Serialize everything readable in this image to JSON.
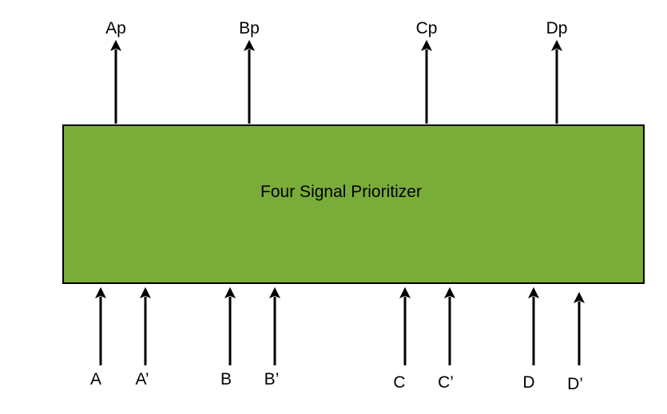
{
  "block": {
    "title": "Four Signal Prioritizer",
    "fill_color": "#7aac3a",
    "border_color": "#000000"
  },
  "outputs": [
    {
      "label": "Ap"
    },
    {
      "label": "Bp"
    },
    {
      "label": "Cp"
    },
    {
      "label": "Dp"
    }
  ],
  "inputs": [
    {
      "label": "A"
    },
    {
      "label": "A’"
    },
    {
      "label": "B"
    },
    {
      "label": "B’"
    },
    {
      "label": "C"
    },
    {
      "label": "C’"
    },
    {
      "label": "D"
    },
    {
      "label": "D’"
    }
  ]
}
